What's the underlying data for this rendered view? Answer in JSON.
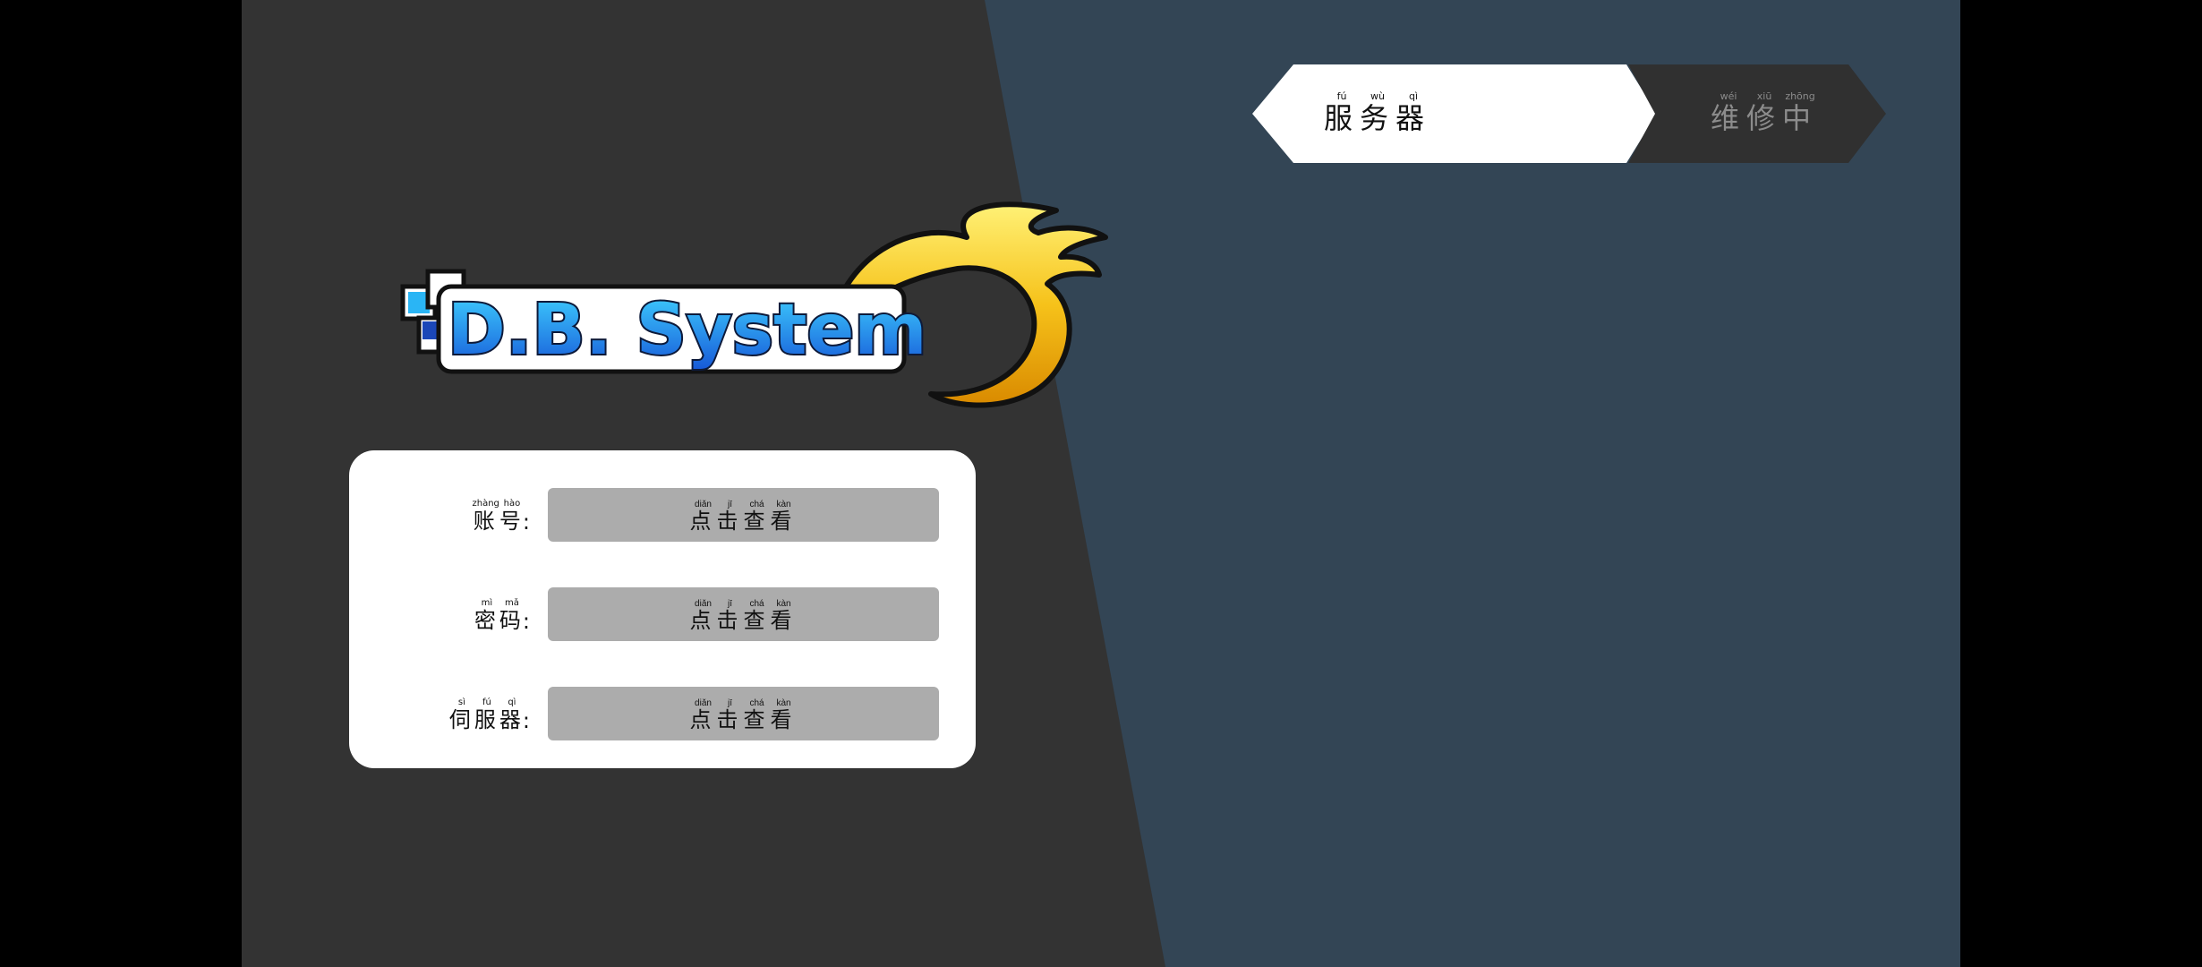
{
  "colors": {
    "left_panel": "#333333",
    "right_panel": "#334555",
    "field_button": "#acacac",
    "tab_active": "#ffffff",
    "tab_inactive": "#303030"
  },
  "logo": {
    "text": "D.B. System"
  },
  "login": {
    "fields": [
      {
        "label": [
          {
            "char": "账",
            "pinyin": "zhàng"
          },
          {
            "char": "号",
            "pinyin": "hào"
          }
        ],
        "button": [
          {
            "char": "点",
            "pinyin": "diǎn"
          },
          {
            "char": "击",
            "pinyin": "jī"
          },
          {
            "char": "查",
            "pinyin": "chá"
          },
          {
            "char": "看",
            "pinyin": "kàn"
          }
        ]
      },
      {
        "label": [
          {
            "char": "密",
            "pinyin": "mì"
          },
          {
            "char": "码",
            "pinyin": "mǎ"
          }
        ],
        "button": [
          {
            "char": "点",
            "pinyin": "diǎn"
          },
          {
            "char": "击",
            "pinyin": "jī"
          },
          {
            "char": "查",
            "pinyin": "chá"
          },
          {
            "char": "看",
            "pinyin": "kàn"
          }
        ]
      },
      {
        "label": [
          {
            "char": "伺",
            "pinyin": "sì"
          },
          {
            "char": "服",
            "pinyin": "fú"
          },
          {
            "char": "器",
            "pinyin": "qì"
          }
        ],
        "button": [
          {
            "char": "点",
            "pinyin": "diǎn"
          },
          {
            "char": "击",
            "pinyin": "jī"
          },
          {
            "char": "查",
            "pinyin": "chá"
          },
          {
            "char": "看",
            "pinyin": "kàn"
          }
        ]
      }
    ]
  },
  "tabs": {
    "server": [
      {
        "char": "服",
        "pinyin": "fú"
      },
      {
        "char": "务",
        "pinyin": "wù"
      },
      {
        "char": "器",
        "pinyin": "qì"
      }
    ],
    "maintenance": [
      {
        "char": "维",
        "pinyin": "wéi"
      },
      {
        "char": "修",
        "pinyin": "xiū"
      },
      {
        "char": "中",
        "pinyin": "zhōng"
      }
    ]
  }
}
